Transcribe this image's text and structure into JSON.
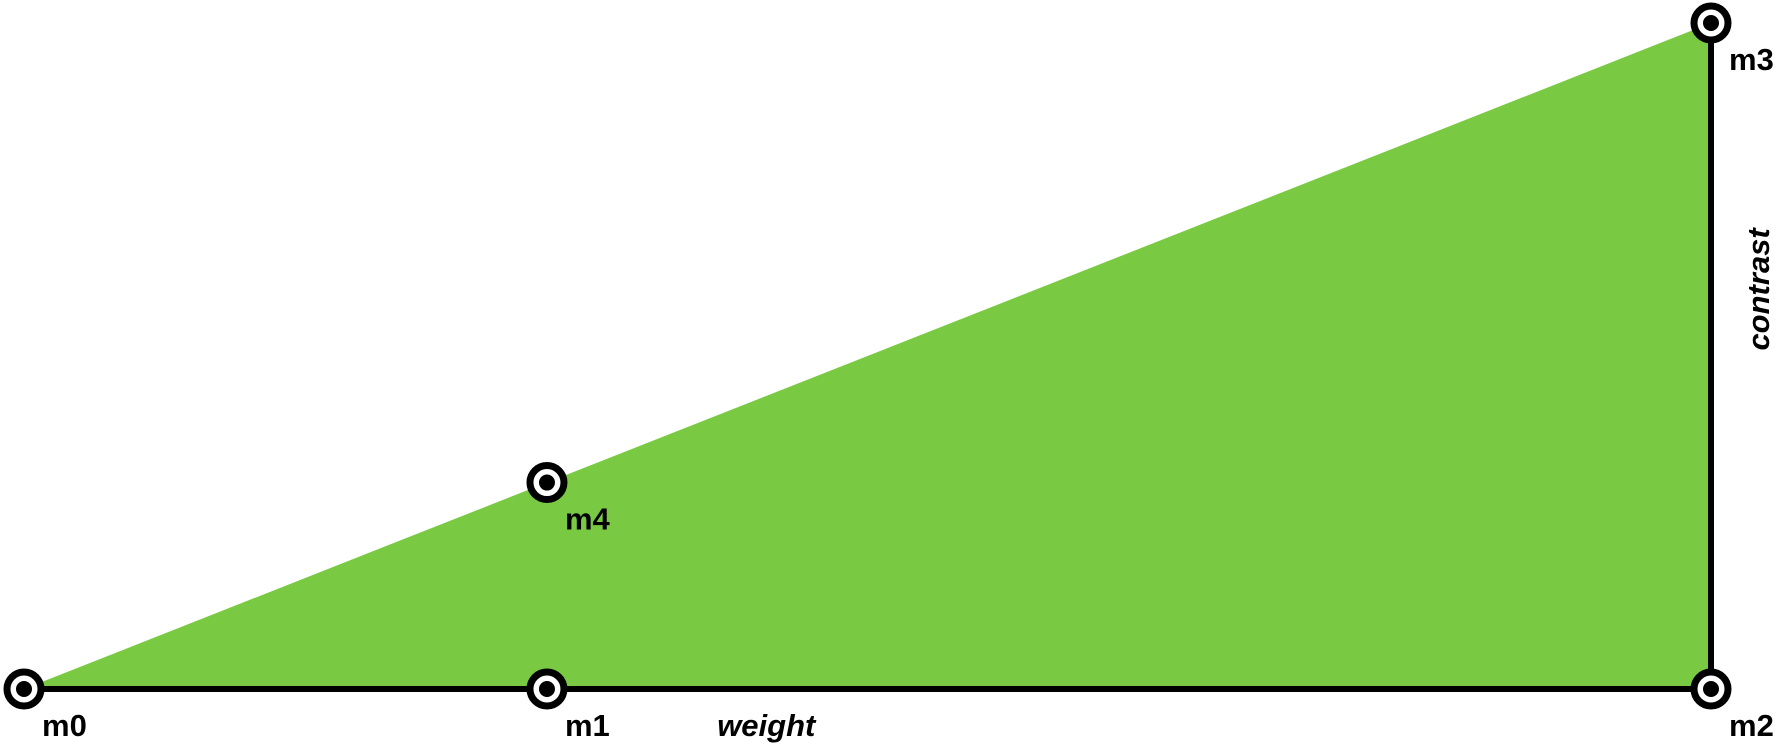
{
  "colors": {
    "fill": "#7ac943",
    "stroke": "#000000",
    "background": "#ffffff"
  },
  "axes": {
    "weight_label": "weight",
    "contrast_label": "contrast"
  },
  "masters": [
    {
      "id": "m0",
      "label": "m0",
      "weight": 0,
      "contrast": 0
    },
    {
      "id": "m1",
      "label": "m1",
      "weight": 0.31,
      "contrast": 0
    },
    {
      "id": "m2",
      "label": "m2",
      "weight": 1,
      "contrast": 0
    },
    {
      "id": "m3",
      "label": "m3",
      "weight": 1,
      "contrast": 1
    },
    {
      "id": "m4",
      "label": "m4",
      "weight": 0.31,
      "contrast": 0.31
    }
  ],
  "region_outline": [
    "m0",
    "m2",
    "m3"
  ]
}
